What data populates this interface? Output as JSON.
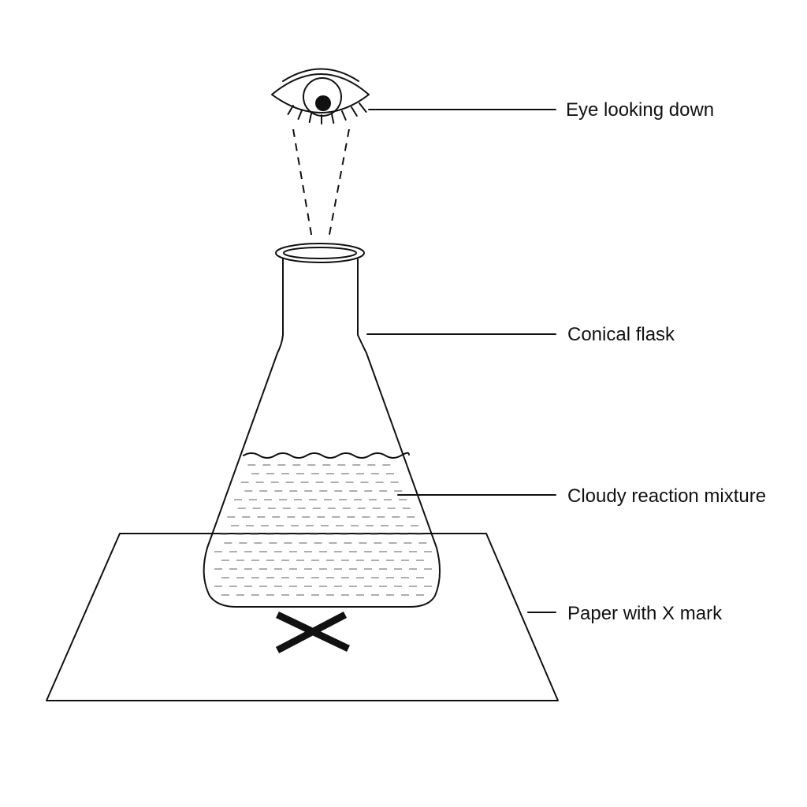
{
  "labels": {
    "eye": "Eye looking down",
    "flask": "Conical flask",
    "mixture": "Cloudy reaction mixture",
    "paper": "Paper with X mark"
  },
  "colors": {
    "ink": "#111111",
    "background": "#ffffff",
    "mixture_dash": "#777777"
  }
}
